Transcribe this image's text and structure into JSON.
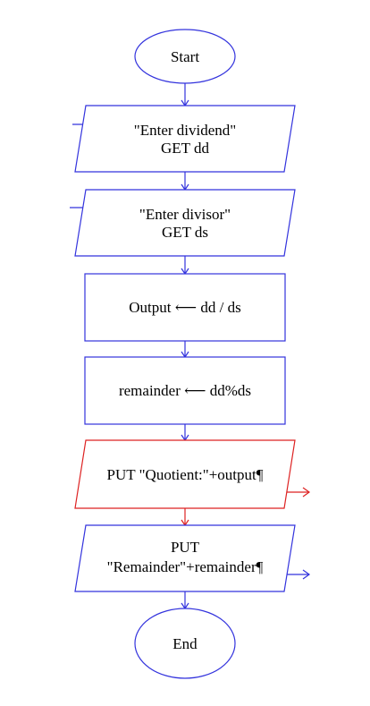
{
  "flowchart": {
    "colors": {
      "default": "#3333dd",
      "highlight": "#dd2222",
      "text": "#000000",
      "background": "#ffffff"
    },
    "nodes": {
      "start": {
        "type": "terminal",
        "label": "Start"
      },
      "input_dividend": {
        "type": "input",
        "lines": [
          "\"Enter dividend\"",
          "GET dd"
        ]
      },
      "input_divisor": {
        "type": "input",
        "lines": [
          "\"Enter divisor\"",
          "GET ds"
        ]
      },
      "process_output": {
        "type": "process",
        "label": "Output ⟵ dd / ds"
      },
      "process_remainder": {
        "type": "process",
        "label": "remainder ⟵ dd%ds"
      },
      "output_quotient": {
        "type": "output",
        "label": "PUT \"Quotient:\"+output¶",
        "highlighted": true
      },
      "output_remainder": {
        "type": "output",
        "lines": [
          "PUT",
          "\"Remainder\"+remainder¶"
        ]
      },
      "end": {
        "type": "terminal",
        "label": "End"
      }
    }
  }
}
